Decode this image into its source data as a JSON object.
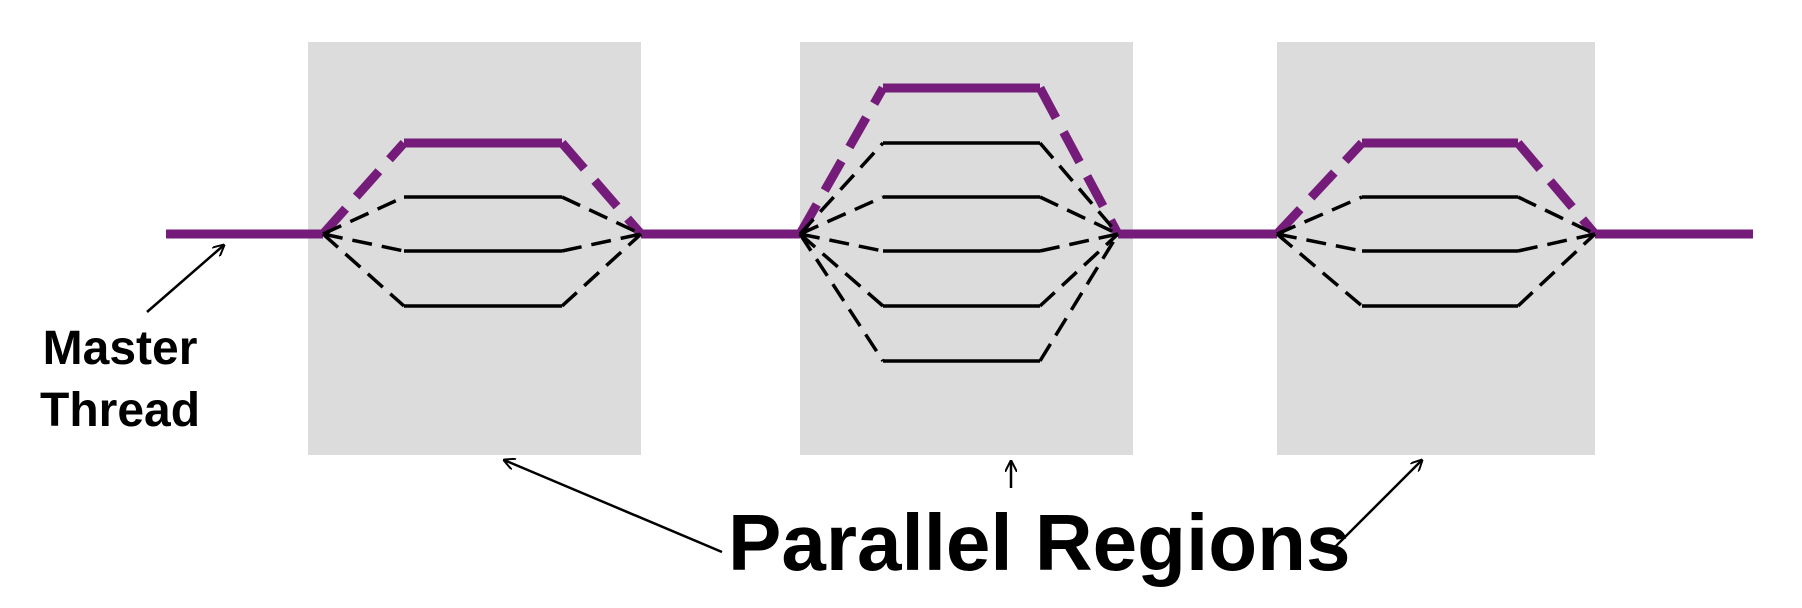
{
  "diagram": {
    "master_thread_label_line1": "Master",
    "master_thread_label_line2": "Thread",
    "parallel_regions_label": "Parallel Regions",
    "regions": [
      {
        "name": "parallel-region-1",
        "thread_count": 4
      },
      {
        "name": "parallel-region-2",
        "thread_count": 6
      },
      {
        "name": "parallel-region-3",
        "thread_count": 4
      }
    ],
    "colors": {
      "master_thread": "#751c7a",
      "worker_thread": "#000000",
      "region_background": "#dcdcdc",
      "arrow": "#000000"
    }
  }
}
